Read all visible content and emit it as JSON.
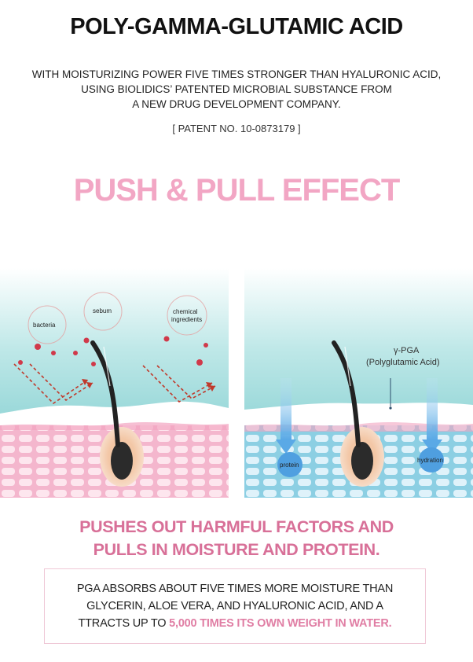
{
  "heading": {
    "title": "POLY-GAMMA-GLUTAMIC ACID",
    "description_lines": [
      "WITH MOISTURIZING POWER FIVE TIMES STRONGER THAN HYALURONIC ACID,",
      "USING BIOLIDICS’ PATENTED MICROBIAL SUBSTANCE FROM",
      "A NEW DRUG DEVELOPMENT COMPANY."
    ],
    "patent": "[ PATENT NO. 10-0873179 ]"
  },
  "effect_title": "PUSH & PULL EFFECT",
  "illustration": {
    "left_labels": {
      "bacteria": "bacteria",
      "sebum": "sebum",
      "chemical_1": "chemical",
      "chemical_2": "ingredients"
    },
    "right_labels": {
      "pga_1": "γ-PGA",
      "pga_2": "(Polyglutamic Acid)",
      "protein": "protein",
      "hydration": "hydration"
    },
    "colors": {
      "teal": "#8fd3d3",
      "skin_pink": "#f5c3d6",
      "arrow_red": "#c0392b",
      "hydration_blue": "#5aa9e6"
    }
  },
  "subtitle_lines": [
    "PUSHES OUT HARMFUL FACTORS  AND",
    "PULLS IN MOISTURE AND PROTEIN."
  ],
  "info_box": {
    "line1": "PGA ABSORBS ABOUT FIVE TIMES MORE MOISTURE THAN",
    "line2": "GLYCERIN, ALOE VERA, AND HYALURONIC ACID, AND A",
    "line3_prefix": "TTRACTS UP TO ",
    "line3_highlight": "5,000 TIMES ITS OWN WEIGHT IN WATER."
  }
}
